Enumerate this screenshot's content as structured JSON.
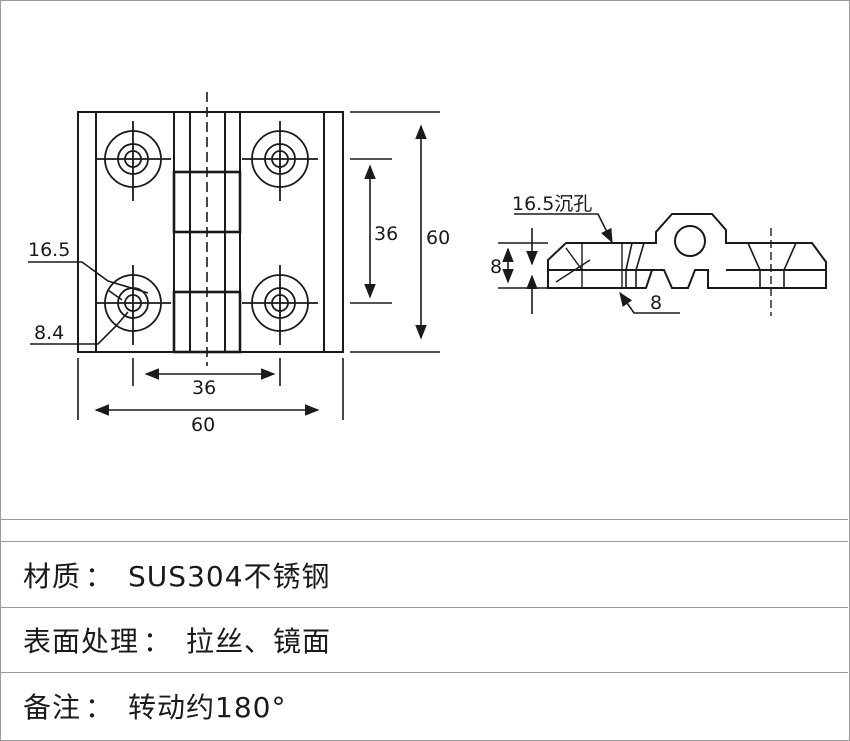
{
  "drawing": {
    "front_view": {
      "dim_width_outer": "60",
      "dim_width_holes": "36",
      "dim_height_outer": "60",
      "dim_height_holes": "36",
      "dim_counterbore": "16.5",
      "dim_hole": "8.4"
    },
    "side_view": {
      "counterbore_note": "16.5沉孔",
      "dim_thickness": "8",
      "dim_depth": "8"
    }
  },
  "specs": [
    {
      "label": "材质",
      "value": "SUS304不锈钢"
    },
    {
      "label": "表面处理",
      "value": "拉丝、镜面"
    },
    {
      "label": "备注",
      "value": "转动约180°"
    }
  ],
  "colon": "："
}
